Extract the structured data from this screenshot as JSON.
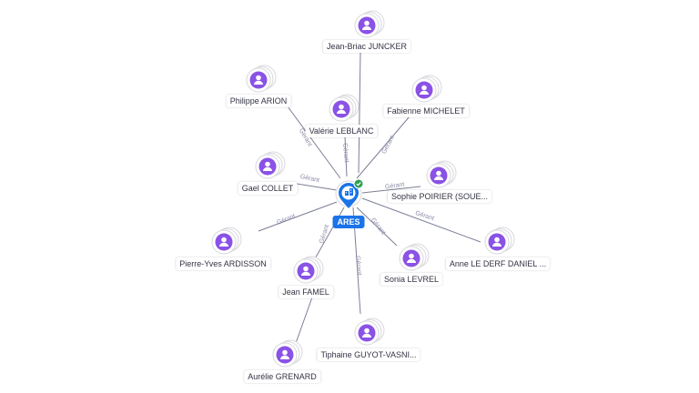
{
  "center": {
    "label": "ARES",
    "pin_color": "#1a73e8",
    "check_color": "#2e9e4f",
    "icon": "building-icon"
  },
  "colors": {
    "avatar": "#8a52e6",
    "edge": "#7c7f96",
    "edge_label": "#8a8aa8"
  },
  "relation_label": "Gérant",
  "people": [
    {
      "id": "jean-briac-juncker",
      "name": "Jean-Briac JUNCKER"
    },
    {
      "id": "philippe-arion",
      "name": "Philippe ARION"
    },
    {
      "id": "fabienne-michelet",
      "name": "Fabienne MICHELET"
    },
    {
      "id": "valerie-leblanc",
      "name": "Valérie LEBLANC"
    },
    {
      "id": "gael-collet",
      "name": "Gael COLLET"
    },
    {
      "id": "sophie-poirier",
      "name": "Sophie POIRIER (SOUE..."
    },
    {
      "id": "pierre-yves-ardisson",
      "name": "Pierre-Yves ARDISSON"
    },
    {
      "id": "anne-le-derf-daniel",
      "name": "Anne LE DERF DANIEL ..."
    },
    {
      "id": "jean-famel",
      "name": "Jean FAMEL"
    },
    {
      "id": "sonia-levrel",
      "name": "Sonia LEVREL"
    },
    {
      "id": "tiphaine-guyot-vasni",
      "name": "Tiphaine GUYOT-VASNI..."
    },
    {
      "id": "aurelie-grenard",
      "name": "Aurélie GRENARD"
    }
  ]
}
